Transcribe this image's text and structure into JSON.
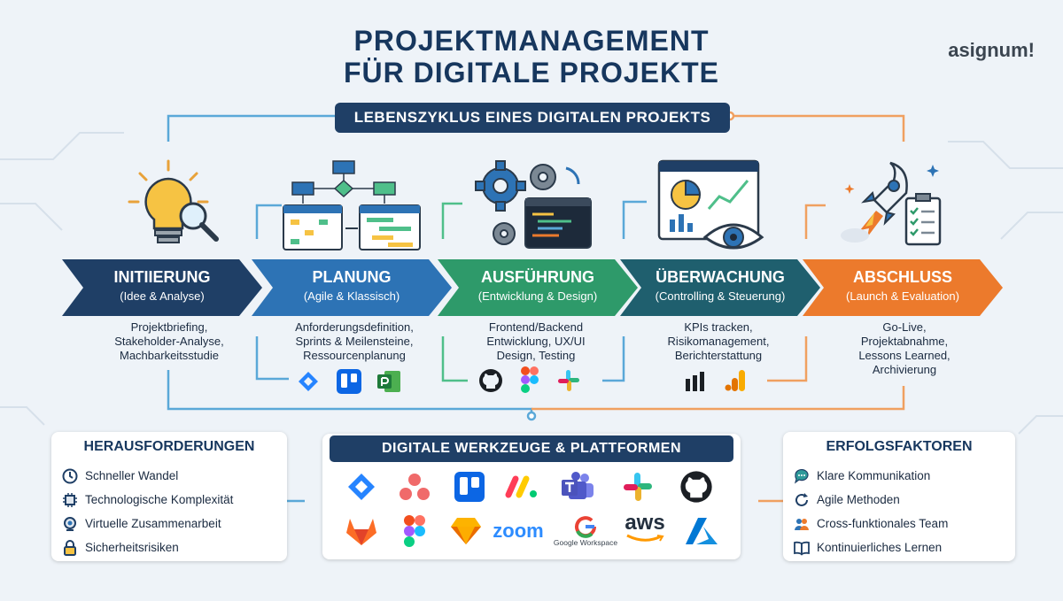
{
  "header": {
    "title_line1": "PROJEKTMANAGEMENT",
    "title_line2": "FÜR DIGITALE PROJEKTE",
    "brand": "asignum!",
    "subtitle": "LEBENSZYKLUS EINES DIGITALEN PROJEKTS"
  },
  "phases": [
    {
      "title": "INITIIERUNG",
      "subtitle": "(Idee & Analyse)",
      "desc": [
        "Projektbriefing,",
        "Stakeholder-Analyse,",
        "Machbarkeitsstudie"
      ],
      "color": "#1f3f66"
    },
    {
      "title": "PLANUNG",
      "subtitle": "(Agile & Klassisch)",
      "desc": [
        "Anforderungsdefinition,",
        "Sprints & Meilensteine,",
        "Ressourcenplanung"
      ],
      "color": "#2d73b5"
    },
    {
      "title": "AUSFÜHRUNG",
      "subtitle": "(Entwicklung & Design)",
      "desc": [
        "Frontend/Backend",
        "Entwicklung, UX/UI",
        "Design, Testing"
      ],
      "color": "#2e9a6a"
    },
    {
      "title": "ÜBERWACHUNG",
      "subtitle": "(Controlling & Steuerung)",
      "desc": [
        "KPIs tracken,",
        "Risikomanagement,",
        "Berichterstattung"
      ],
      "color": "#1f5f6e"
    },
    {
      "title": "ABSCHLUSS",
      "subtitle": "(Launch & Evaluation)",
      "desc": [
        "Go-Live,",
        "Projektabnahme,",
        "Lessons Learned,",
        "Archivierung"
      ],
      "color": "#ec7a2c"
    }
  ],
  "challenges": {
    "title": "HERAUSFORDERUNGEN",
    "items": [
      {
        "label": "Schneller Wandel",
        "icon": "clock-icon"
      },
      {
        "label": "Technologische Komplexität",
        "icon": "chip-icon"
      },
      {
        "label": "Virtuelle Zusammenarbeit",
        "icon": "webcam-icon"
      },
      {
        "label": "Sicherheitsrisiken",
        "icon": "lock-icon"
      }
    ]
  },
  "tools": {
    "title": "DIGITALE WERKZEUGE & PLATTFORMEN",
    "zoom": "zoom",
    "google_workspace": "Google Workspace",
    "aws": "aws"
  },
  "success": {
    "title": "ERFOLGSFAKTOREN",
    "items": [
      {
        "label": "Klare Kommunikation",
        "icon": "chat-icon"
      },
      {
        "label": "Agile Methoden",
        "icon": "cycle-icon"
      },
      {
        "label": "Cross-funktionales Team",
        "icon": "team-icon"
      },
      {
        "label": "Kontinuierliches Lernen",
        "icon": "book-icon"
      }
    ]
  }
}
